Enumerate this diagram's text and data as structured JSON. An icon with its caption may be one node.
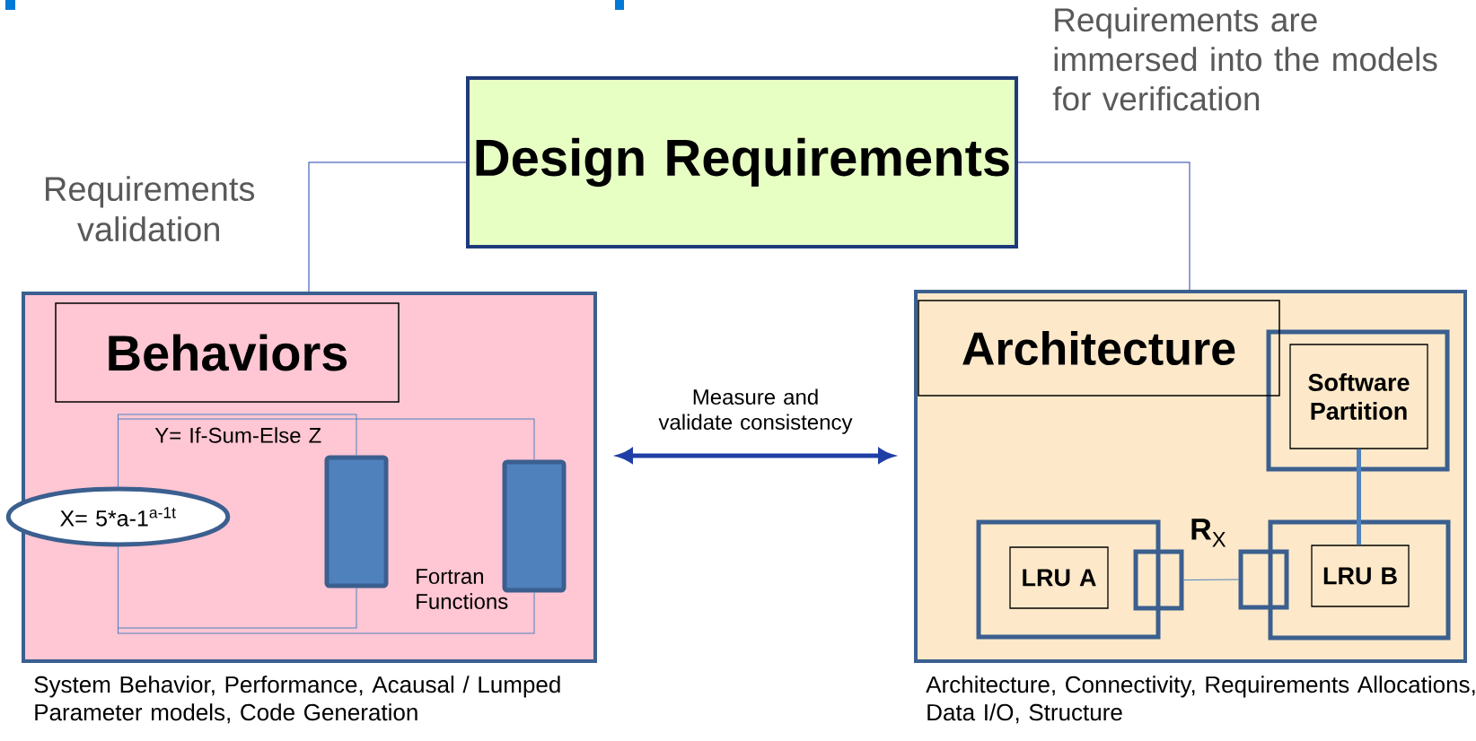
{
  "diagram": {
    "nodes": [
      {
        "text": [
          "Design Requirements"
        ]
      },
      {
        "text": [],
        "shape": "box",
        "beside": [
          "System Behavior, Performance, Acausal / Lumped Parameter models, Code Generation"
        ]
      },
      {
        "text": [
          "Behaviors"
        ],
        "in": 1
      },
      {
        "text": [
          "X= 5*a-1$^{a-1t}$"
        ],
        "in": 1
      },
      {
        "text": [],
        "shape": "bar",
        "in": 1
      },
      {
        "text": [],
        "shape": "bar",
        "in": 1
      },
      {
        "text": [],
        "shape": "box",
        "beside": [
          "Architecture, Connectivity, Requirements Allocations, Data I/O, Structure"
        ]
      },
      {
        "text": [
          "Architecture"
        ],
        "in": 6
      },
      {
        "text": [],
        "shape": "box",
        "in": 6
      },
      {
        "text": [
          "Software Partition"
        ],
        "in": 8
      },
      {
        "text": [],
        "shape": "box",
        "in": 6
      },
      {
        "text": [
          "LRU A"
        ],
        "in": 10
      },
      {
        "text": [],
        "shape": "box",
        "in": 6
      },
      {
        "text": [],
        "shape": "box",
        "in": 6
      },
      {
        "text": [
          "LRU B"
        ],
        "in": 13
      },
      {
        "text": [],
        "shape": "box",
        "in": 6
      }
    ],
    "edges": [
      {
        "from": 0,
        "to": 1,
        "arrow": "none",
        "color": "#2343a8"
      },
      {
        "from": 0,
        "to": 6,
        "arrow": "none",
        "color": "#2343a8"
      },
      {
        "from": 1,
        "to": 6,
        "arrow": "both",
        "style": "thick",
        "color": "#1f3ea6",
        "label": "Measure and validate consistency"
      },
      {
        "from": 3,
        "to": 4,
        "arrow": "none"
      },
      {
        "from": 3,
        "to": 4,
        "arrow": "none"
      },
      {
        "from": 3,
        "to": 5,
        "arrow": "none"
      },
      {
        "from": 3,
        "to": 5,
        "arrow": "none"
      },
      {
        "from": 12,
        "to": 15,
        "arrow": "none"
      },
      {
        "from": 9,
        "to": 14,
        "arrow": "none",
        "style": "thick"
      }
    ],
    "labels": [
      "Requirements are immersed into the models for verification",
      "Requirements validation",
      "Y= If-Sum-Else Z",
      "Fortran Functions",
      "**R**$_{X}$"
    ]
  }
}
